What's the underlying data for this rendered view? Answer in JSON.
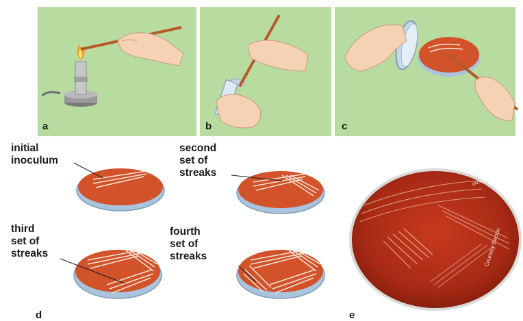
{
  "panels": {
    "a": "a",
    "b": "b",
    "c": "c",
    "d": "d",
    "e": "e"
  },
  "labels": {
    "initial": [
      "initial",
      "inoculum"
    ],
    "second": [
      "second",
      "set of",
      "streaks"
    ],
    "third": [
      "third",
      "set of",
      "streaks"
    ],
    "fourth": [
      "fourth",
      "set of",
      "streaks"
    ]
  },
  "credit": [
    "Courtesy Becton",
    "Dickinson"
  ],
  "colors": {
    "panel_bg": "#b8dca0",
    "agar": "#d2522a",
    "plate_rim": "#a9c4dc",
    "hand": "#f6d2b4",
    "rod": "#b45a2a",
    "streak": "#f3e6d8"
  }
}
